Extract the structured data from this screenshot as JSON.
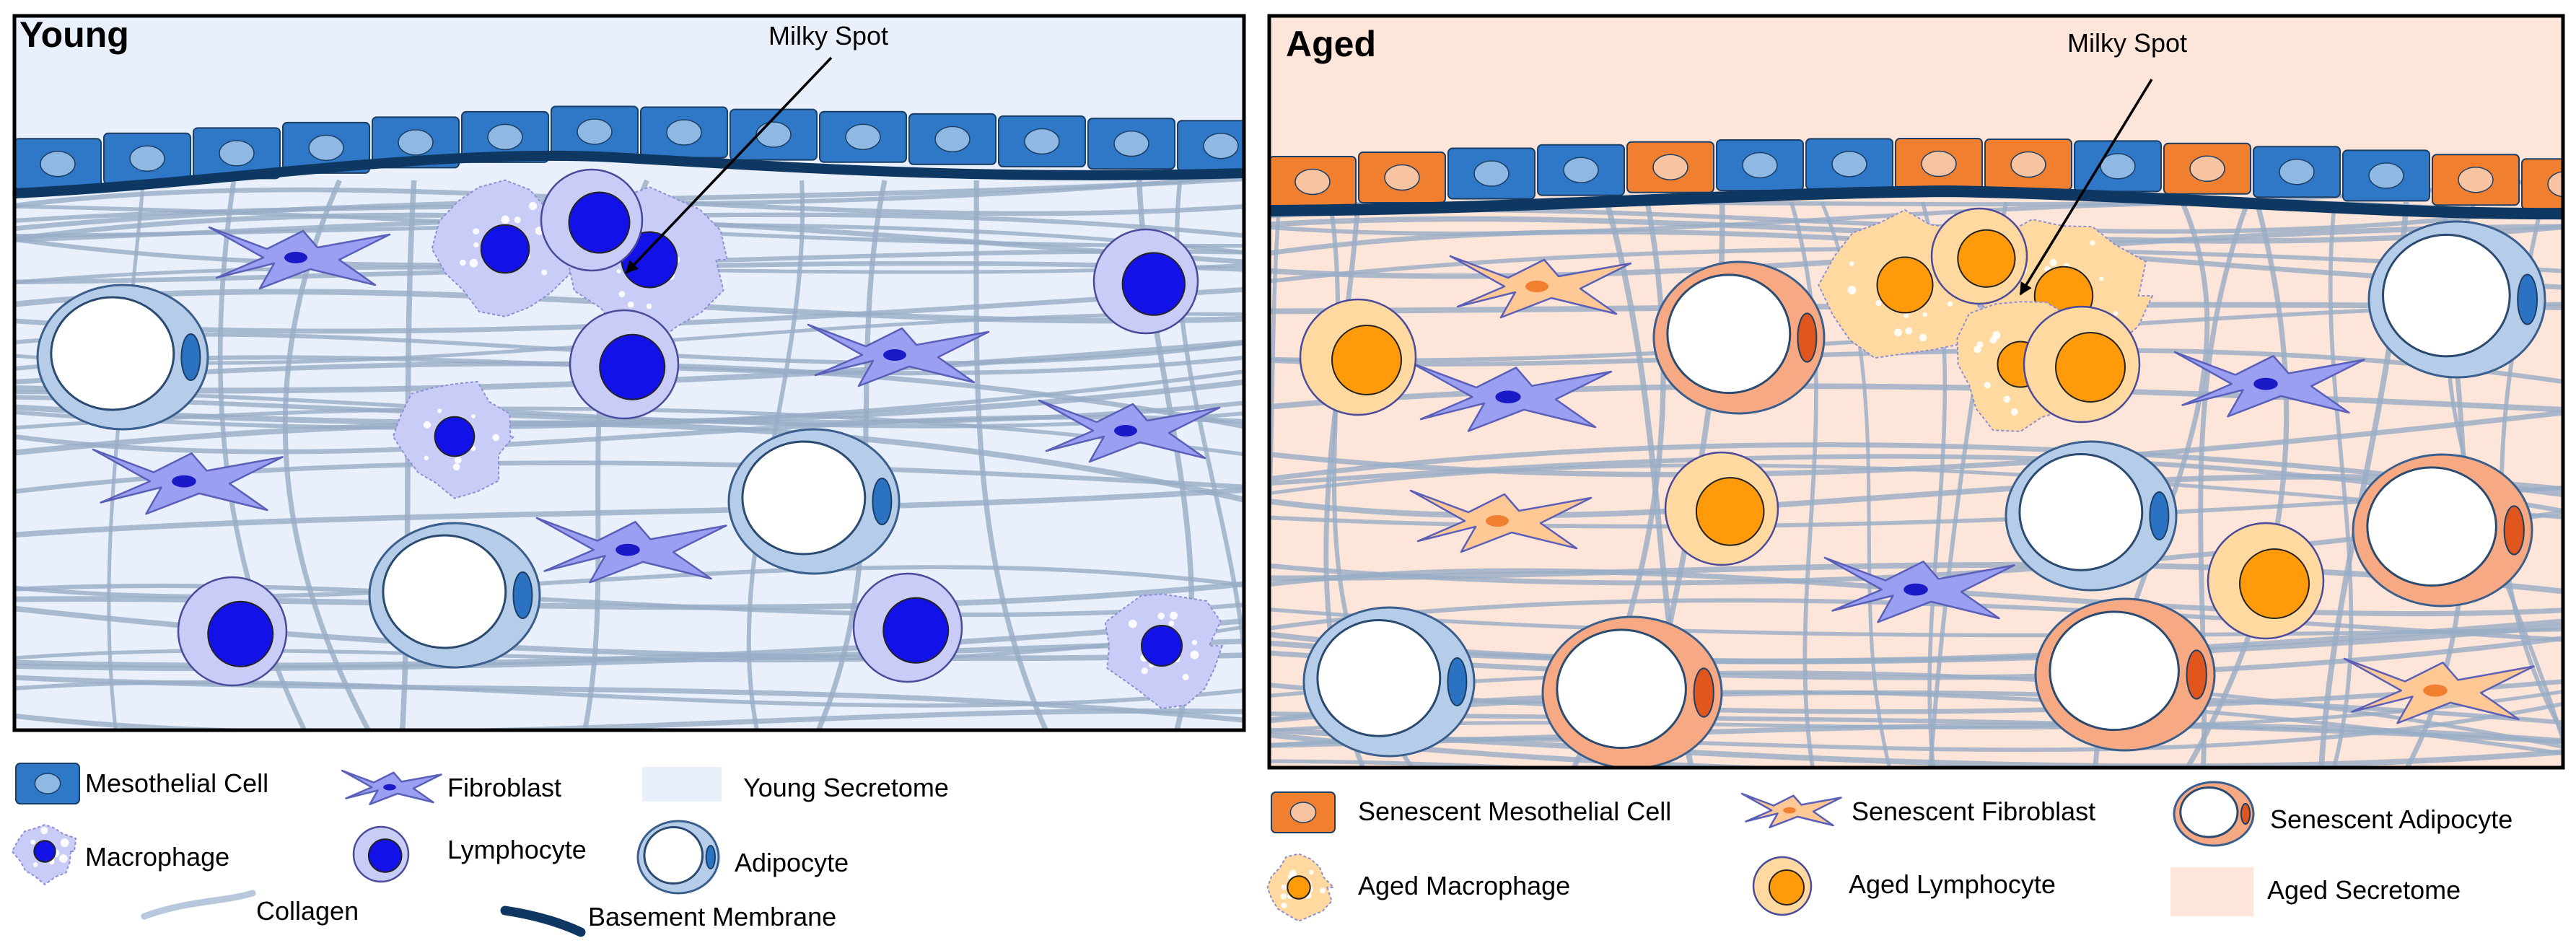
{
  "panels": {
    "young": {
      "title": "Young",
      "callout": "Milky Spot",
      "colors": {
        "background": "#eaf0fb",
        "mesothelial": "#2f77c7",
        "mesothelial_nucleus": "#8fb8e2",
        "fibroblast": "#9b9ff2",
        "immune_cell": "#1212e8",
        "immune_halo": "#c9ccf7",
        "adipocyte_rim": "#b6cdea",
        "adipocyte_nucleus": "#2b72c2"
      }
    },
    "aged": {
      "title": "Aged",
      "callout": "Milky Spot",
      "colors": {
        "background": "#fde5d9",
        "senescent_mesothelial": "#f07f2f",
        "senescent_nucleus": "#f8c3a0",
        "senescent_fibroblast": "#ffc894",
        "aged_immune_cell": "#ff9a0a",
        "aged_immune_halo": "#ffd9a0",
        "senescent_adipocyte_rim": "#f7a983",
        "senescent_adipocyte_nucleus": "#e0561c"
      }
    }
  },
  "legend_young": {
    "mesothelial_cell": "Mesothelial Cell",
    "fibroblast": "Fibroblast",
    "young_secretome": "Young Secretome",
    "macrophage": "Macrophage",
    "lymphocyte": "Lymphocyte",
    "adipocyte": "Adipocyte",
    "collagen": "Collagen",
    "basement_membrane": "Basement Membrane"
  },
  "legend_aged": {
    "senescent_mesothelial_cell": "Senescent Mesothelial Cell",
    "senescent_fibroblast": "Senescent Fibroblast",
    "senescent_adipocyte": "Senescent Adipocyte",
    "aged_macrophage": "Aged Macrophage",
    "aged_lymphocyte": "Aged Lymphocyte",
    "aged_secretome": "Aged Secretome"
  },
  "shared_colors": {
    "collagen": "#97acc6",
    "basement_membrane": "#0e3762",
    "panel_border": "#000000"
  }
}
